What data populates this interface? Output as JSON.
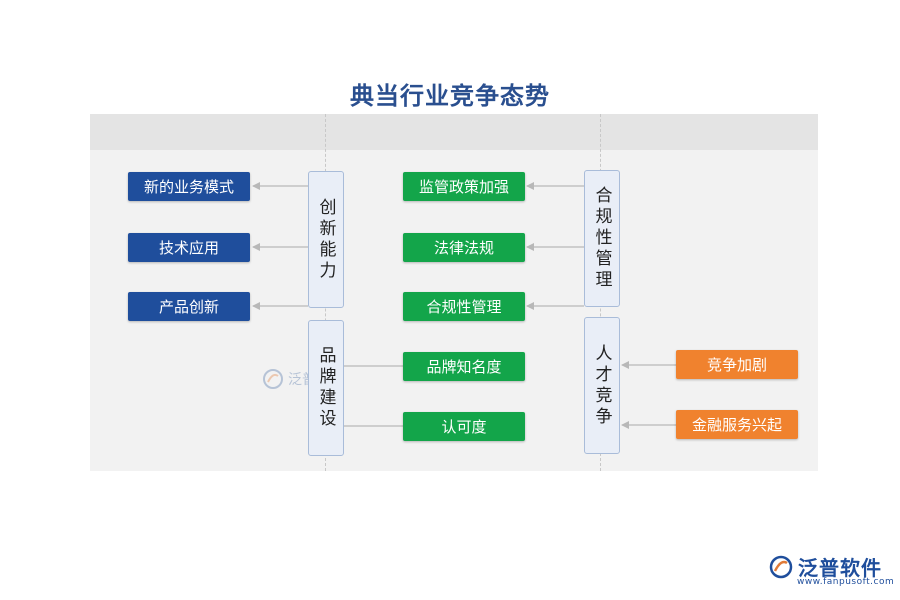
{
  "title": "典当行业竞争态势",
  "categories": {
    "innovation": "创新能力",
    "brand": "品牌建设",
    "compliance": "合规性管理",
    "talent": "人才竞争"
  },
  "innovation_items": [
    "新的业务模式",
    "技术应用",
    "产品创新"
  ],
  "brand_items": [
    "品牌知名度",
    "认可度"
  ],
  "compliance_items": [
    "监管政策加强",
    "法律法规",
    "合规性管理"
  ],
  "talent_items": [
    "竞争加剧",
    "金融服务兴起"
  ],
  "colors": {
    "blue": "#1f4e9c",
    "green": "#13a54a",
    "orange": "#f0822e",
    "title": "#2a4f8f"
  },
  "watermark": {
    "text": "泛普软件"
  },
  "brand": {
    "name": "泛普软件",
    "url": "www.fanpusoft.com"
  }
}
